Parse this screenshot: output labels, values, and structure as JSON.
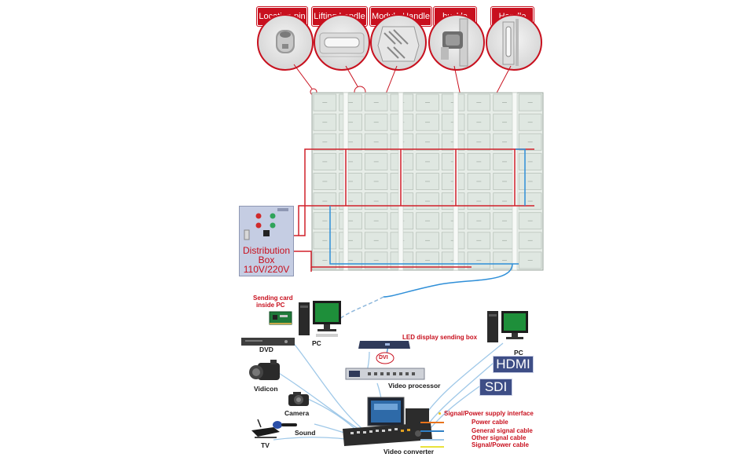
{
  "callouts": [
    {
      "label": "Location pin",
      "icon": "location-pin-icon"
    },
    {
      "label": "Lifting handle",
      "icon": "lifting-handle-icon"
    },
    {
      "label": "Module Handle",
      "icon": "module-handle-icon"
    },
    {
      "label": "buckle",
      "icon": "buckle-icon"
    },
    {
      "label": "Handle",
      "icon": "handle-icon"
    }
  ],
  "distribution_box": {
    "line1": "Distribution",
    "line2": "Box",
    "line3": "110V/220V"
  },
  "devices": {
    "sending_card": "Sending card",
    "sending_card_2": "inside PC",
    "pc_left": "PC",
    "dvd": "DVD",
    "led_sending_box": "LED display sending box",
    "dvi": "DVI",
    "vidicon": "Vidicon",
    "video_processor": "Video processor",
    "camera": "Camera",
    "sound": "Sound",
    "tv": "TV",
    "video_converter": "Video converter",
    "pc_right": "PC"
  },
  "interfaces": {
    "hdmi": "HDMI",
    "sdi": "SDI"
  },
  "legend": [
    {
      "label": "Signal/Power supply interface",
      "color": "#f0c419"
    },
    {
      "label": "Power cable",
      "color": "#e8731c"
    },
    {
      "label": "General signal cable",
      "color": "#2f7fc4"
    },
    {
      "label": "Other signal cable",
      "color": "#9fc8e8"
    },
    {
      "label": "Signal/Power cable",
      "color": "#e9e23a"
    }
  ],
  "colors": {
    "accent_red": "#c8101e",
    "iface_blue": "#3e4e86"
  }
}
